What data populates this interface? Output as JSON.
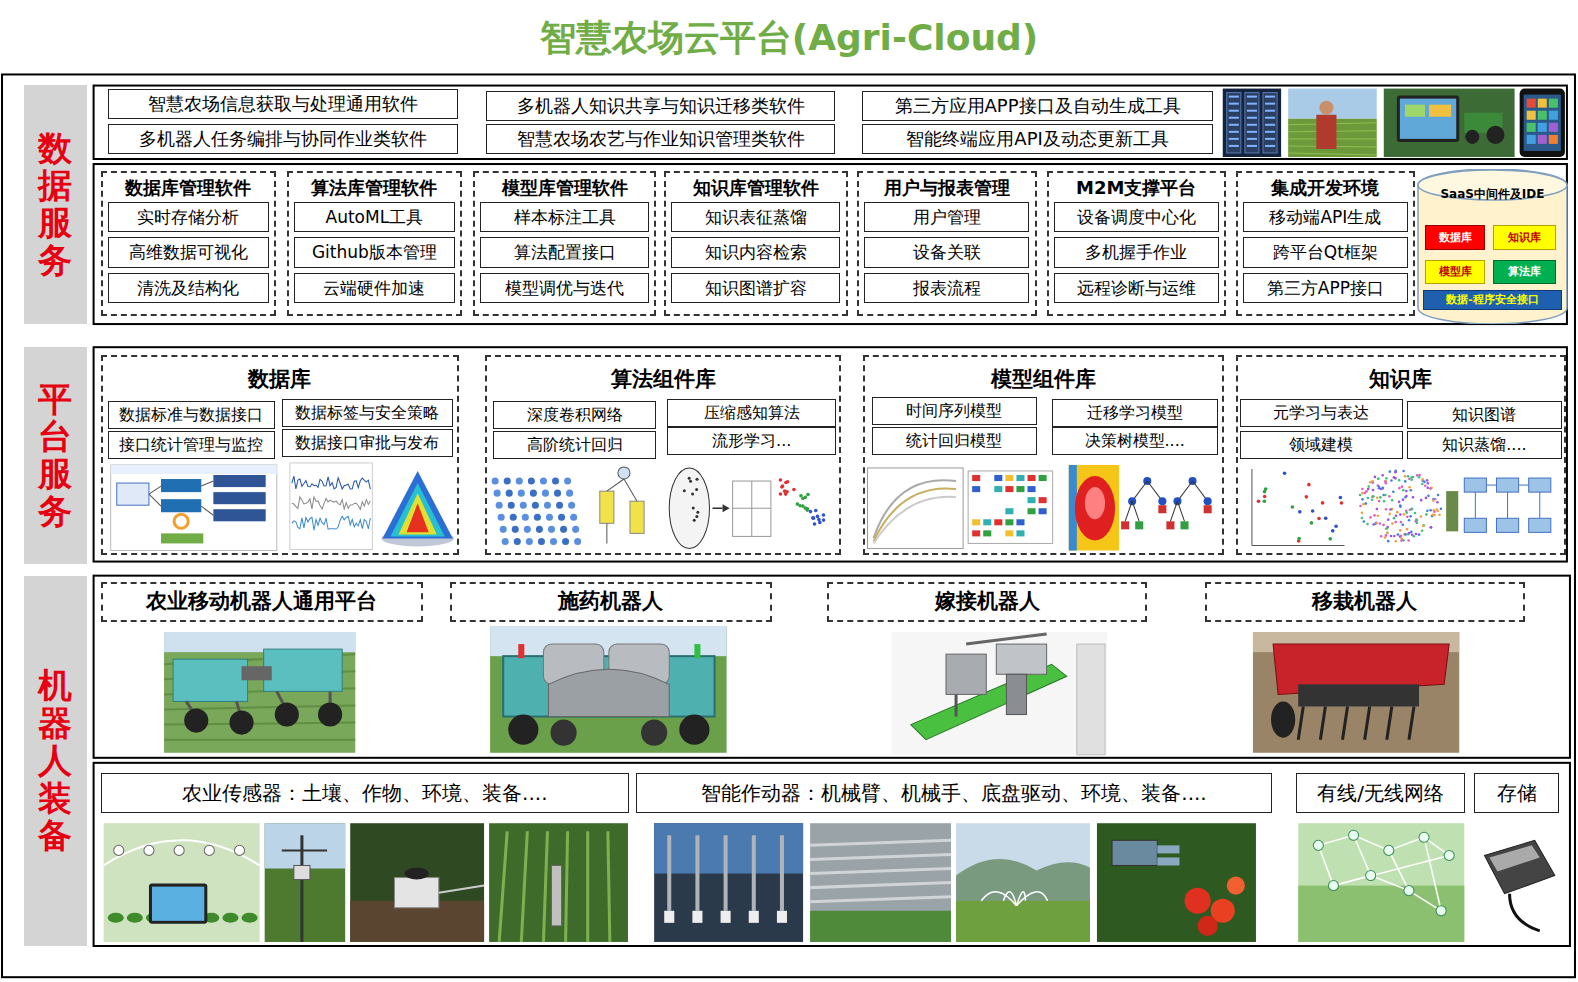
{
  "diagram": {
    "title": "智慧农场云平台(Agri-Cloud)",
    "nodes": [
      {
        "text": [
          "数据服务"
        ]
      },
      {
        "text": [
          "智慧农场信息获取与处理通用软件"
        ]
      },
      {
        "text": [
          "多机器人任务编排与协同作业类软件"
        ]
      },
      {
        "text": [
          "多机器人知识共享与知识迁移类软件"
        ]
      },
      {
        "text": [
          "智慧农场农艺与作业知识管理类软件"
        ]
      },
      {
        "text": [
          "第三方应用APP接口及自动生成工具"
        ]
      },
      {
        "text": [
          "智能终端应用API及动态更新工具"
        ]
      },
      {
        "text": [
          "数据库管理软件"
        ]
      },
      {
        "text": [
          "实时存储分析"
        ],
        "in": 7
      },
      {
        "text": [
          "高维数据可视化"
        ],
        "in": 7
      },
      {
        "text": [
          "清洗及结构化"
        ],
        "in": 7
      },
      {
        "text": [
          "算法库管理软件"
        ]
      },
      {
        "text": [
          "AutoML工具"
        ],
        "in": 11
      },
      {
        "text": [
          "Github版本管理"
        ],
        "in": 11
      },
      {
        "text": [
          "云端硬件加速"
        ],
        "in": 11
      },
      {
        "text": [
          "模型库管理软件"
        ]
      },
      {
        "text": [
          "样本标注工具"
        ],
        "in": 15
      },
      {
        "text": [
          "算法配置接口"
        ],
        "in": 15
      },
      {
        "text": [
          "模型调优与迭代"
        ],
        "in": 15
      },
      {
        "text": [
          "知识库管理软件"
        ]
      },
      {
        "text": [
          "知识表征蒸馏"
        ],
        "in": 19
      },
      {
        "text": [
          "知识内容检索"
        ],
        "in": 19
      },
      {
        "text": [
          "知识图谱扩容"
        ],
        "in": 19
      },
      {
        "text": [
          "用户与报表管理"
        ]
      },
      {
        "text": [
          "用户管理"
        ],
        "in": 23
      },
      {
        "text": [
          "设备关联"
        ],
        "in": 23
      },
      {
        "text": [
          "报表流程"
        ],
        "in": 23
      },
      {
        "text": [
          "M2M支撑平台"
        ]
      },
      {
        "text": [
          "设备调度中心化"
        ],
        "in": 27
      },
      {
        "text": [
          "多机握手作业"
        ],
        "in": 27
      },
      {
        "text": [
          "远程诊断与运维"
        ],
        "in": 27
      },
      {
        "text": [
          "集成开发环境"
        ]
      },
      {
        "text": [
          "移动端API生成"
        ],
        "in": 31
      },
      {
        "text": [
          "跨平台Qt框架"
        ],
        "in": 31
      },
      {
        "text": [
          "第三方APP接口"
        ],
        "in": 31
      },
      {
        "text": [
          "SaaS中间件及IDE"
        ]
      },
      {
        "text": [
          "数据库"
        ],
        "in": 35
      },
      {
        "text": [
          "知识库"
        ],
        "in": 35
      },
      {
        "text": [
          "模型库"
        ],
        "in": 35
      },
      {
        "text": [
          "算法库"
        ],
        "in": 35
      },
      {
        "text": [
          "数据-程序安全接口"
        ],
        "in": 35
      },
      {
        "text": [
          "平台服务"
        ]
      },
      {
        "text": [
          "数据库"
        ]
      },
      {
        "text": [
          "数据标准与数据接口"
        ],
        "in": 42
      },
      {
        "text": [
          "数据标签与安全策略"
        ],
        "in": 42
      },
      {
        "text": [
          "接口统计管理与监控"
        ],
        "in": 42
      },
      {
        "text": [
          "数据接口审批与发布"
        ],
        "in": 42
      },
      {
        "text": [
          "算法组件库"
        ]
      },
      {
        "text": [
          "深度卷积网络"
        ],
        "in": 47
      },
      {
        "text": [
          "压缩感知算法"
        ],
        "in": 47
      },
      {
        "text": [
          "高阶统计回归"
        ],
        "in": 47
      },
      {
        "text": [
          "流形学习..."
        ],
        "in": 47
      },
      {
        "text": [
          "模型组件库"
        ]
      },
      {
        "text": [
          "时间序列模型"
        ],
        "in": 52
      },
      {
        "text": [
          "迁移学习模型"
        ],
        "in": 52
      },
      {
        "text": [
          "统计回归模型"
        ],
        "in": 52
      },
      {
        "text": [
          "决策树模型...."
        ],
        "in": 52
      },
      {
        "text": [
          "知识库"
        ]
      },
      {
        "text": [
          "元学习与表达"
        ],
        "in": 57
      },
      {
        "text": [
          "知识图谱"
        ],
        "in": 57
      },
      {
        "text": [
          "领域建模"
        ],
        "in": 57
      },
      {
        "text": [
          "知识蒸馏...."
        ],
        "in": 57
      },
      {
        "text": [
          "机器人装备"
        ]
      },
      {
        "text": [
          "农业移动机器人通用平台"
        ]
      },
      {
        "text": [
          "施药机器人"
        ]
      },
      {
        "text": [
          "嫁接机器人"
        ]
      },
      {
        "text": [
          "移栽机器人"
        ]
      },
      {
        "text": [
          "农业传感器：土壤、作物、环境、装备...."
        ]
      },
      {
        "text": [
          "智能作动器：机械臂、机械手、底盘驱动、环境、装备...."
        ]
      },
      {
        "text": [
          "有线/无线网络"
        ]
      },
      {
        "text": [
          "存储"
        ]
      }
    ]
  }
}
